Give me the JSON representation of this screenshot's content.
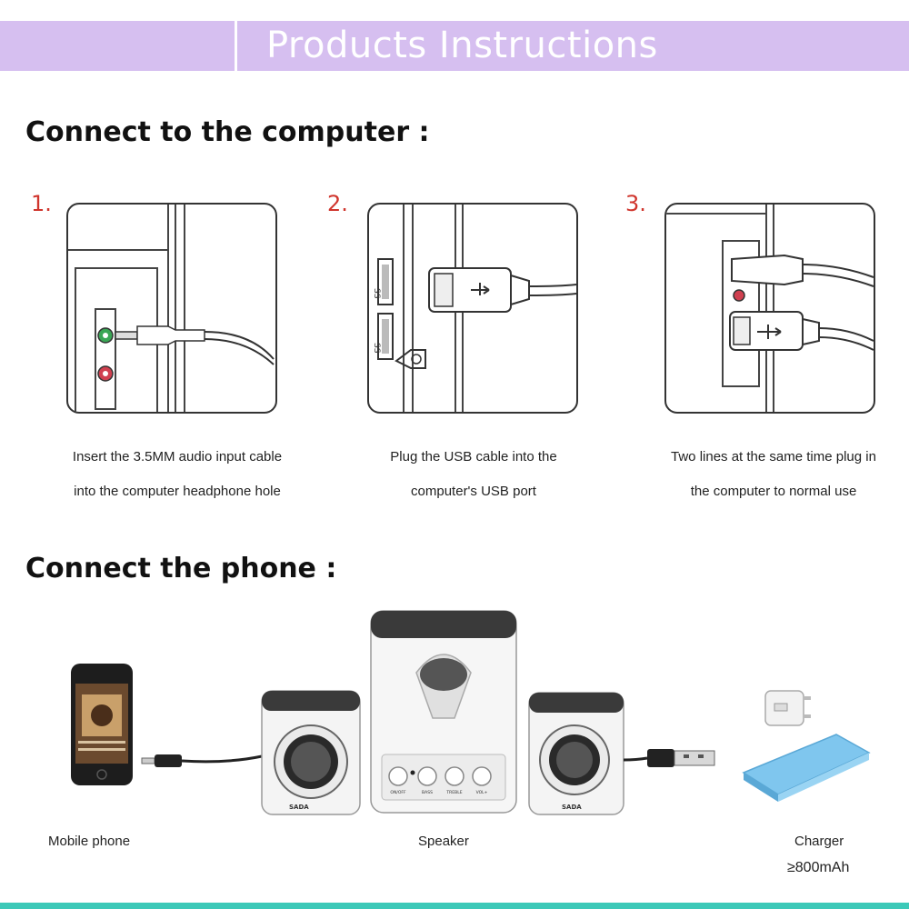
{
  "banner": {
    "title": "Products Instructions"
  },
  "computer_section": {
    "heading": "Connect to the computer :",
    "steps": [
      {
        "number": "1.",
        "caption_line1": "Insert the 3.5MM audio input cable",
        "caption_line2": "into the computer headphone hole"
      },
      {
        "number": "2.",
        "caption_line1": "Plug the USB cable into the",
        "caption_line2": "computer's USB port"
      },
      {
        "number": "3.",
        "caption_line1": "Two lines at the same time plug in",
        "caption_line2": "the computer to normal use"
      }
    ]
  },
  "phone_section": {
    "heading": "Connect the phone :",
    "labels": {
      "phone": "Mobile phone",
      "speaker": "Speaker",
      "charger": "Charger",
      "charger_spec": "≥800mAh"
    },
    "speaker_buttons": [
      "ON/OFF",
      "BASS",
      "TREBLE",
      "VOL+"
    ],
    "brand": "SADA"
  },
  "colors": {
    "banner": "#d6bff0",
    "step_number": "#d0352d",
    "bottom_bar": "#3cc9b8"
  }
}
